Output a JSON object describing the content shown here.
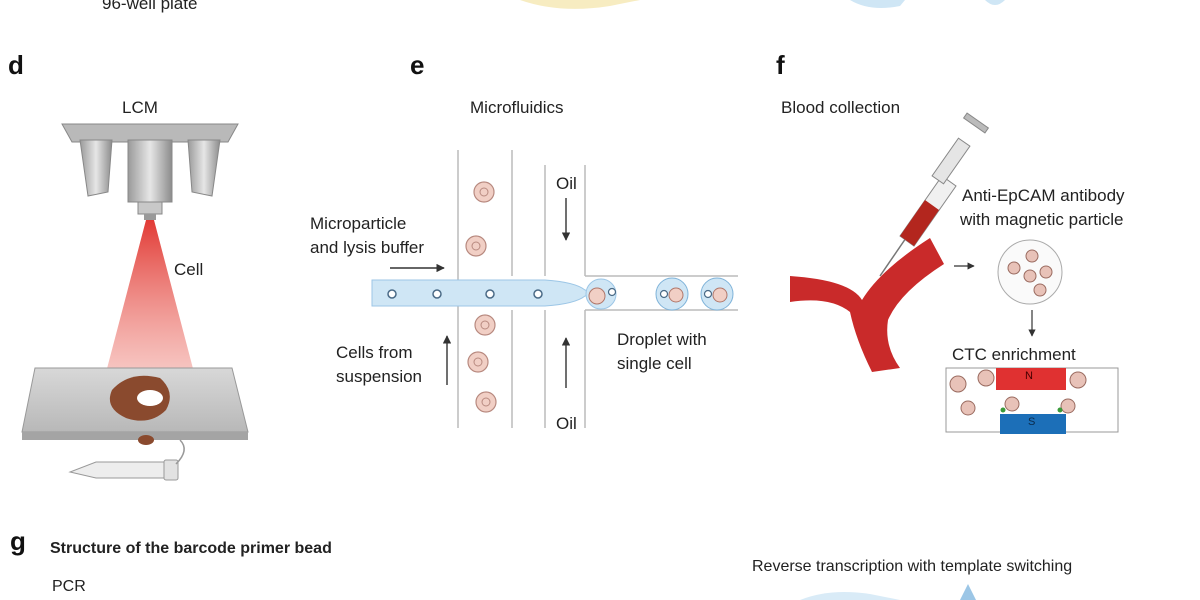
{
  "top_fragment": {
    "label": "96-well plate"
  },
  "panel_d": {
    "letter": "d",
    "title": "LCM",
    "cell_label": "Cell"
  },
  "panel_e": {
    "letter": "e",
    "title": "Microfluidics",
    "oil_top": "Oil",
    "oil_bottom": "Oil",
    "microparticle_line1": "Microparticle",
    "microparticle_line2": "and lysis buffer",
    "cells_line1": "Cells from",
    "cells_line2": "suspension",
    "droplet_line1": "Droplet with",
    "droplet_line2": "single cell"
  },
  "panel_f": {
    "letter": "f",
    "title": "Blood collection",
    "antibody_line1": "Anti-EpCAM antibody",
    "antibody_line2": "with magnetic particle",
    "ctc_label": "CTC enrichment",
    "magnet_top_label": "N",
    "magnet_bottom_label": "S"
  },
  "panel_g": {
    "letter": "g",
    "title": "Structure of the barcode primer bead",
    "pcr_label": "PCR",
    "rt_label": "Reverse transcription with template switching"
  },
  "colors": {
    "laser_red": "#e0302a",
    "channel_blue": "#cfe6f5",
    "vessel_red": "#c92a2a",
    "magnet_red": "#e03131",
    "magnet_blue": "#1c6fb8",
    "cell_pink": "#e8b4a8"
  }
}
